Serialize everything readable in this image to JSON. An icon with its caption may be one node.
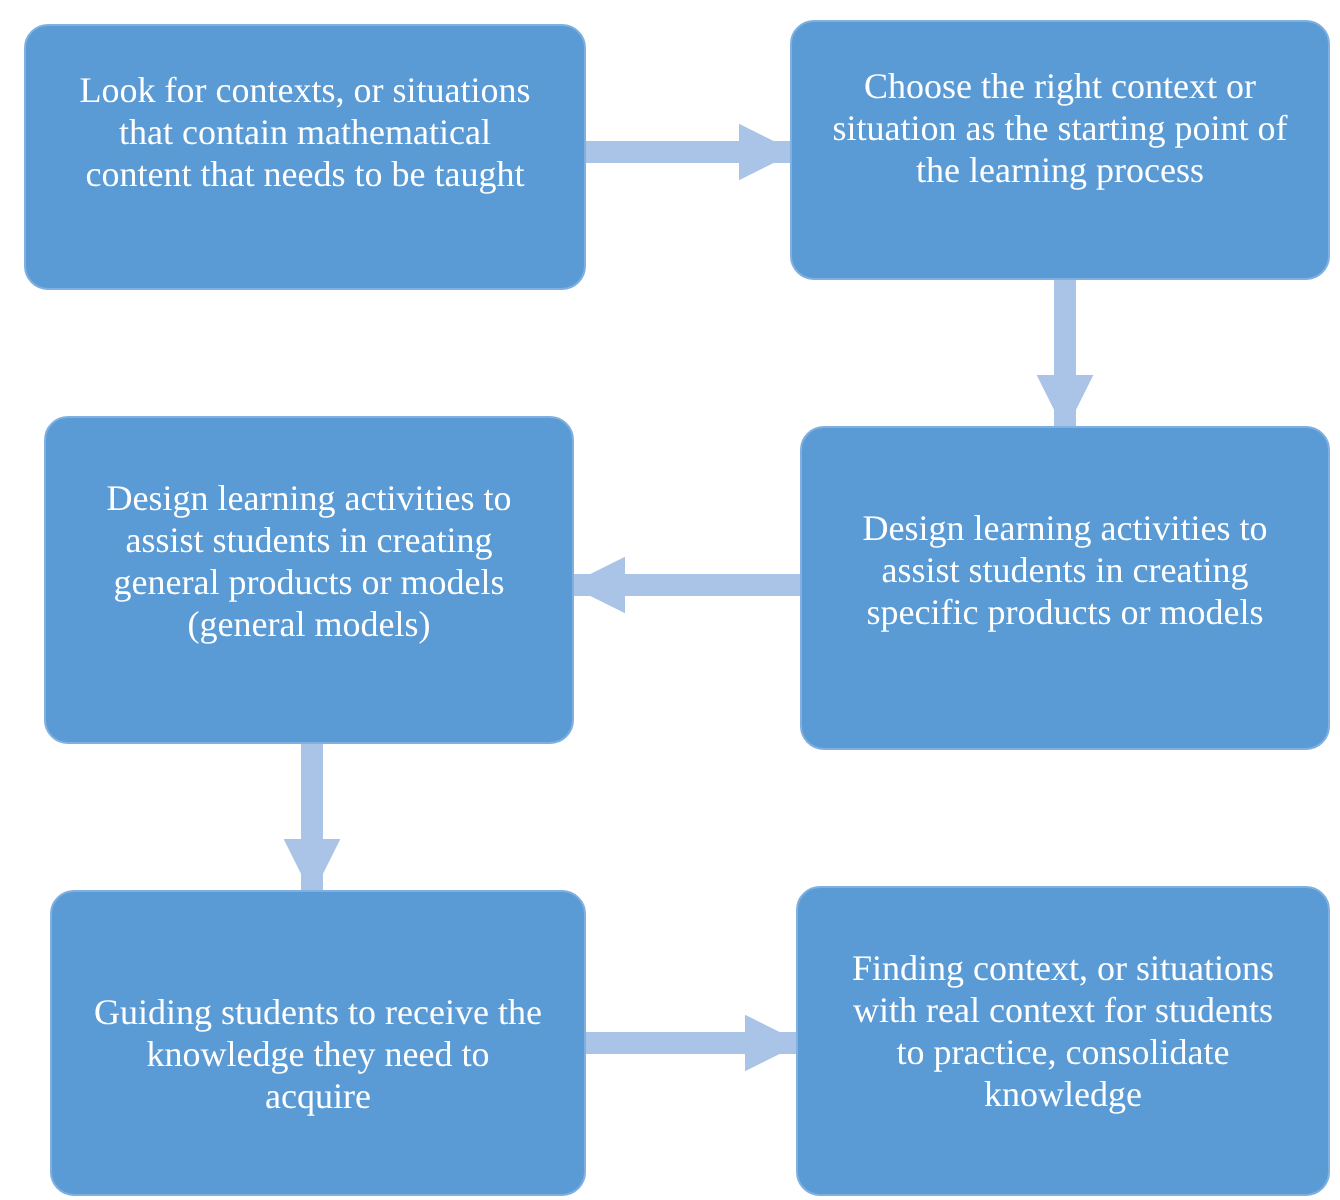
{
  "diagram": {
    "nodes": [
      {
        "text": [
          "Look for contexts, or situations that contain mathematical content that needs to be taught"
        ]
      },
      {
        "text": [
          "Choose the right context or situation as the starting point of the learning process"
        ]
      },
      {
        "text": [
          "Design learning activities to assist students in creating specific products or models"
        ]
      },
      {
        "text": [
          "Design learning activities to assist students in creating general products or models (general models)"
        ]
      },
      {
        "text": [
          "Guiding students to receive the knowledge they need to acquire"
        ]
      },
      {
        "text": [
          "Finding  context, or situations with real context for students to practice, consolidate knowledge"
        ]
      }
    ],
    "edges": [
      {
        "from": 0,
        "to": 1,
        "arrow": "to"
      },
      {
        "from": 1,
        "to": 2,
        "arrow": "to"
      },
      {
        "from": 2,
        "to": 3,
        "arrow": "to"
      },
      {
        "from": 3,
        "to": 4,
        "arrow": "to"
      },
      {
        "from": 4,
        "to": 5,
        "arrow": "to"
      }
    ]
  }
}
